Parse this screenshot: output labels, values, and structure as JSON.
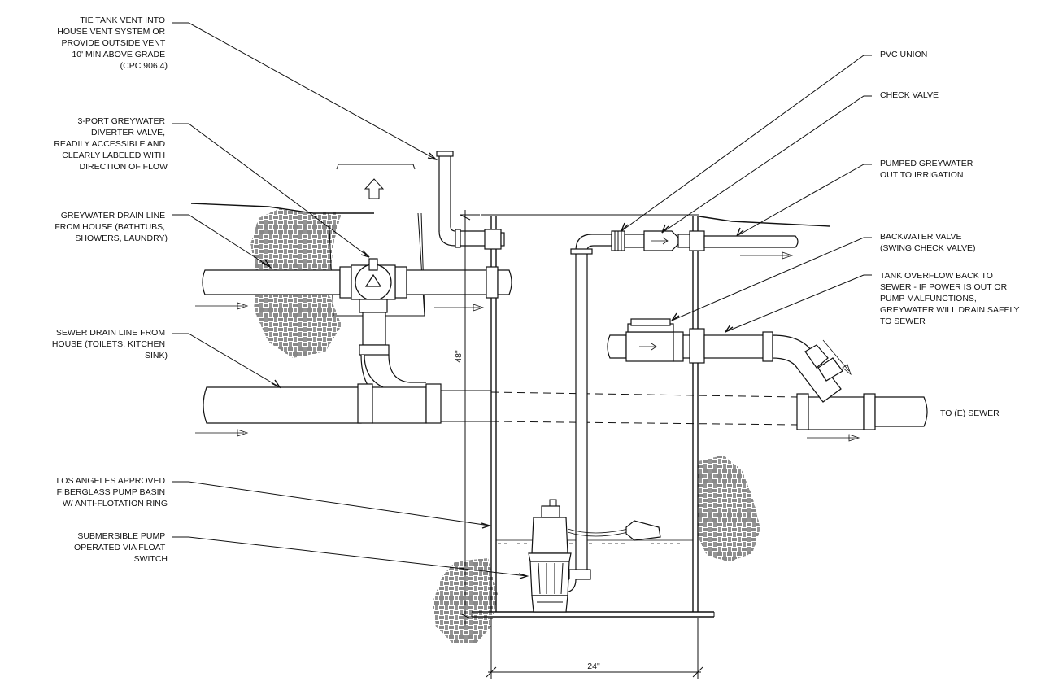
{
  "labels": {
    "vent": [
      "TIE TANK VENT INTO",
      "HOUSE VENT SYSTEM OR",
      "PROVIDE OUTSIDE VENT",
      "10' MIN ABOVE GRADE",
      "(CPC 906.4)"
    ],
    "diverter": [
      "3-PORT GREYWATER",
      "DIVERTER VALVE,",
      "READILY ACCESSIBLE AND",
      "CLEARLY LABELED WITH",
      "DIRECTION OF FLOW"
    ],
    "greywater_drain": [
      "GREYWATER DRAIN LINE",
      "FROM HOUSE (BATHTUBS,",
      "SHOWERS, LAUNDRY)"
    ],
    "sewer_drain": [
      "SEWER DRAIN LINE FROM",
      "HOUSE (TOILETS, KITCHEN",
      "SINK)"
    ],
    "basin": [
      "LOS ANGELES APPROVED",
      "FIBERGLASS PUMP BASIN",
      "W/ ANTI-FLOTATION RING"
    ],
    "pump": [
      "SUBMERSIBLE PUMP",
      "OPERATED VIA FLOAT",
      "SWITCH"
    ],
    "pvc_union": [
      "PVC UNION"
    ],
    "check_valve": [
      "CHECK VALVE"
    ],
    "pumped_out": [
      "PUMPED GREYWATER",
      "OUT TO IRRIGATION"
    ],
    "backwater": [
      "BACKWATER VALVE",
      "(SWING CHECK VALVE)"
    ],
    "overflow": [
      "TANK OVERFLOW BACK TO",
      "SEWER - IF POWER IS OUT OR",
      "PUMP MALFUNCTIONS,",
      "GREYWATER WILL DRAIN SAFELY",
      "TO SEWER"
    ],
    "to_sewer": "TO (E) SEWER"
  },
  "dimensions": {
    "height": "48\"",
    "width": "24\""
  },
  "colors": {
    "line": "#111111",
    "background": "#ffffff"
  }
}
